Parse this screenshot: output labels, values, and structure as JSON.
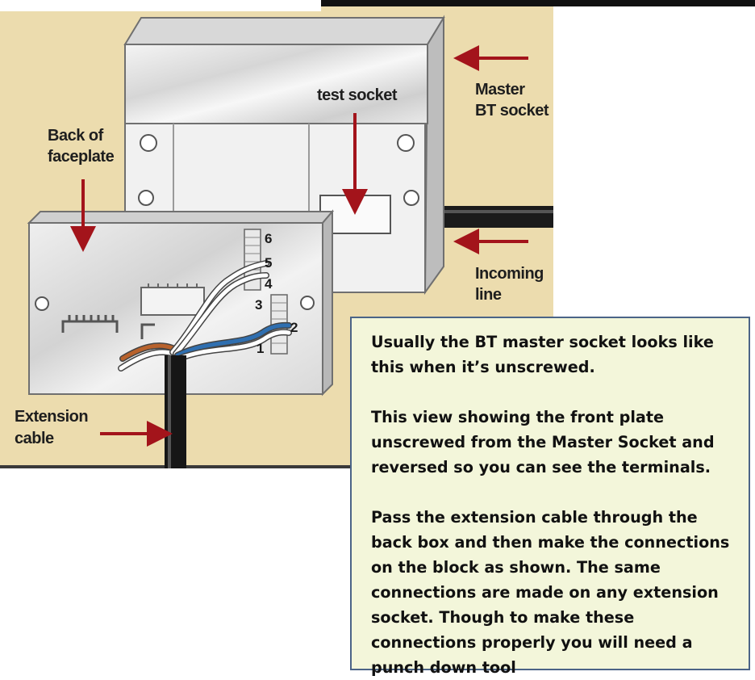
{
  "labels": {
    "test_socket": "test socket",
    "master_line1": "Master",
    "master_line2": "BT socket",
    "back_line1": "Back of",
    "back_line2": "faceplate",
    "incoming_line1": "Incoming",
    "incoming_line2": "line",
    "extension_line1": "Extension",
    "extension_line2": "cable"
  },
  "terminals": [
    "6",
    "5",
    "4",
    "3",
    "2",
    "1"
  ],
  "note": {
    "paragraph1": "Usually the BT master socket looks like this when it’s unscrewed.",
    "paragraph2": "This view showing the front plate unscrewed from the Master Socket and reversed so you can see the terminals.",
    "paragraph3": "Pass the extension cable through the back box and then make the connections on the block as shown. The same connections are made on any extension socket. Though to make these connections properly you will need a punch down tool"
  },
  "colors": {
    "background": "#ecdcae",
    "arrow": "#a3141b",
    "note_fill": "#f3f6da",
    "note_border": "#4b6487",
    "wire_blue": "#2f6fb0",
    "wire_orange": "#b8622c"
  }
}
